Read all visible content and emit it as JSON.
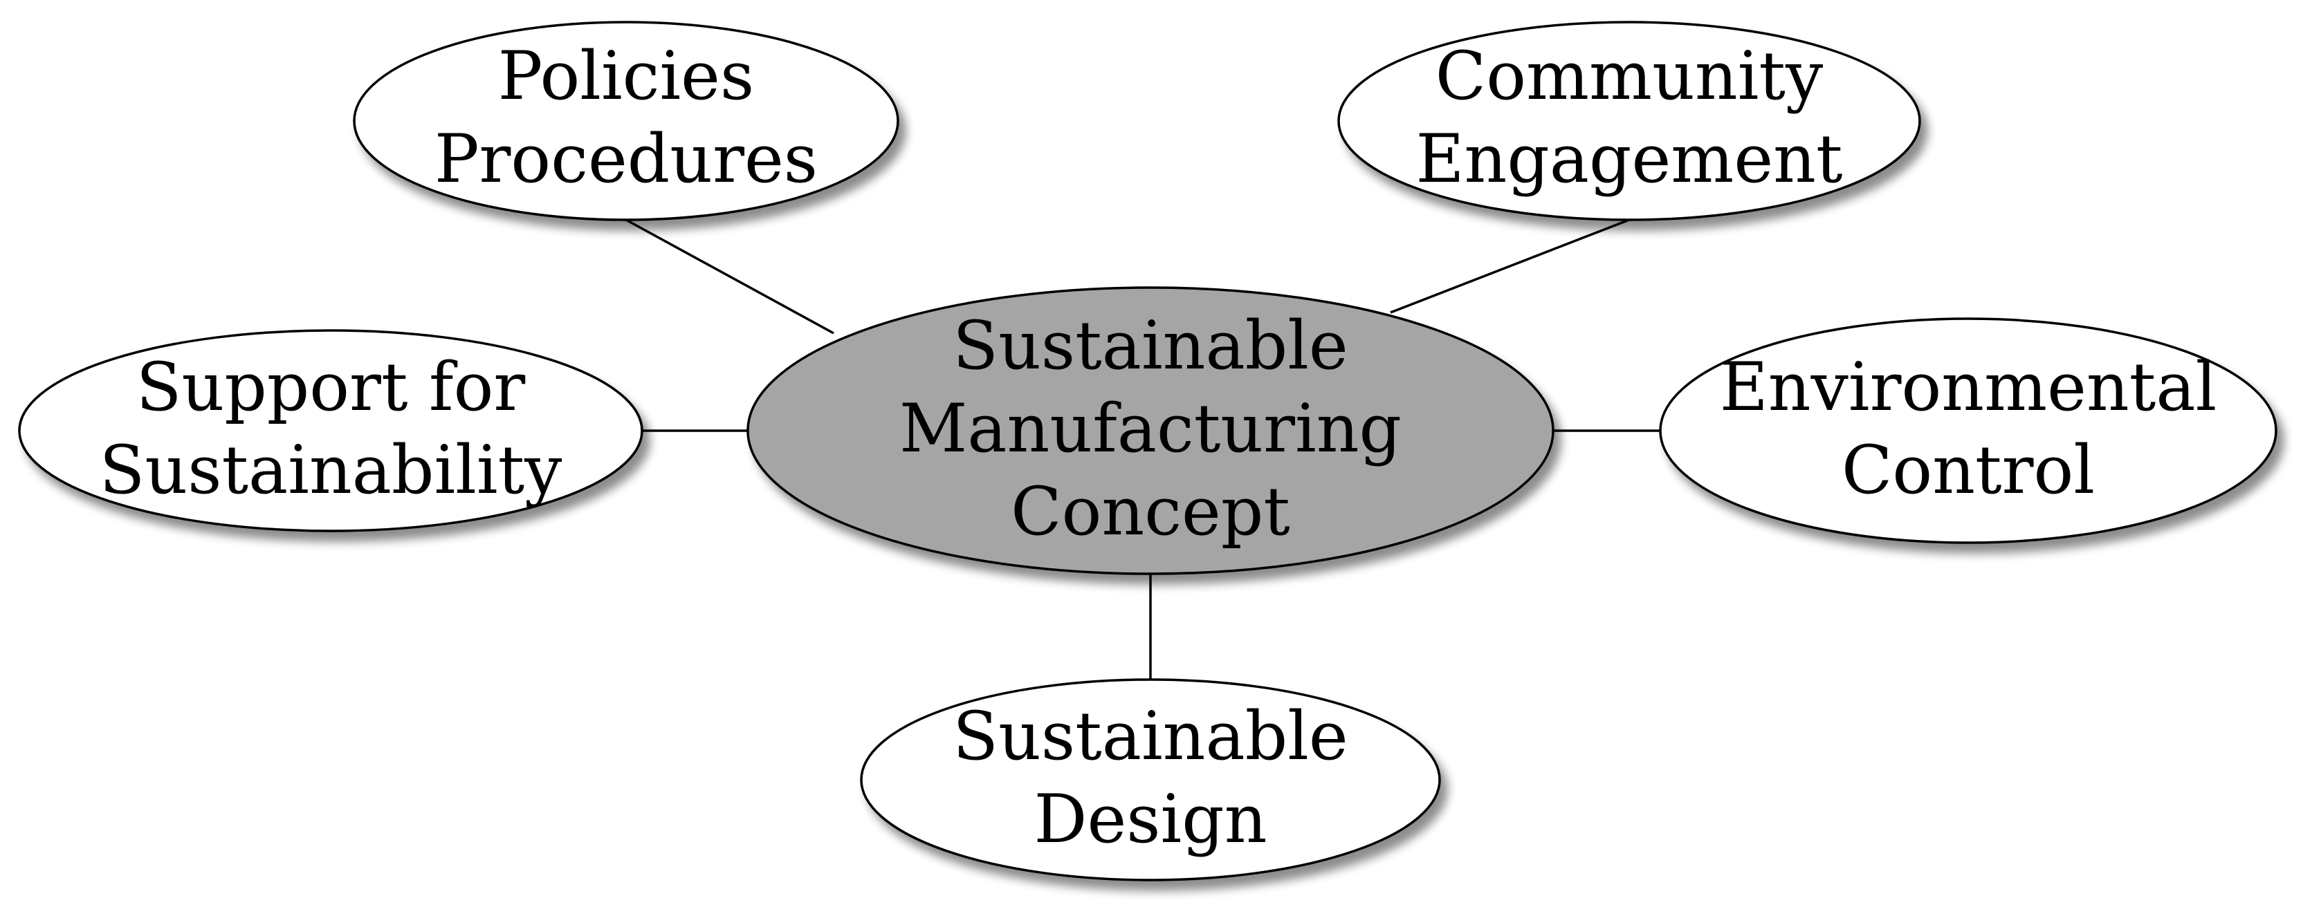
{
  "diagram": {
    "center": {
      "lines": [
        "Sustainable",
        "Manufacturing",
        "Concept"
      ],
      "fill": "#a5a5a5"
    },
    "nodes": {
      "policies": {
        "lines": [
          "Policies",
          "Procedures"
        ]
      },
      "community": {
        "lines": [
          "Community",
          "Engagement"
        ]
      },
      "support": {
        "lines": [
          "Support for",
          "Sustainability"
        ]
      },
      "environmental": {
        "lines": [
          "Environmental",
          "Control"
        ]
      },
      "design": {
        "lines": [
          "Sustainable",
          "Design"
        ]
      }
    },
    "node_fill": "#ffffff",
    "line_color": "#000000"
  }
}
